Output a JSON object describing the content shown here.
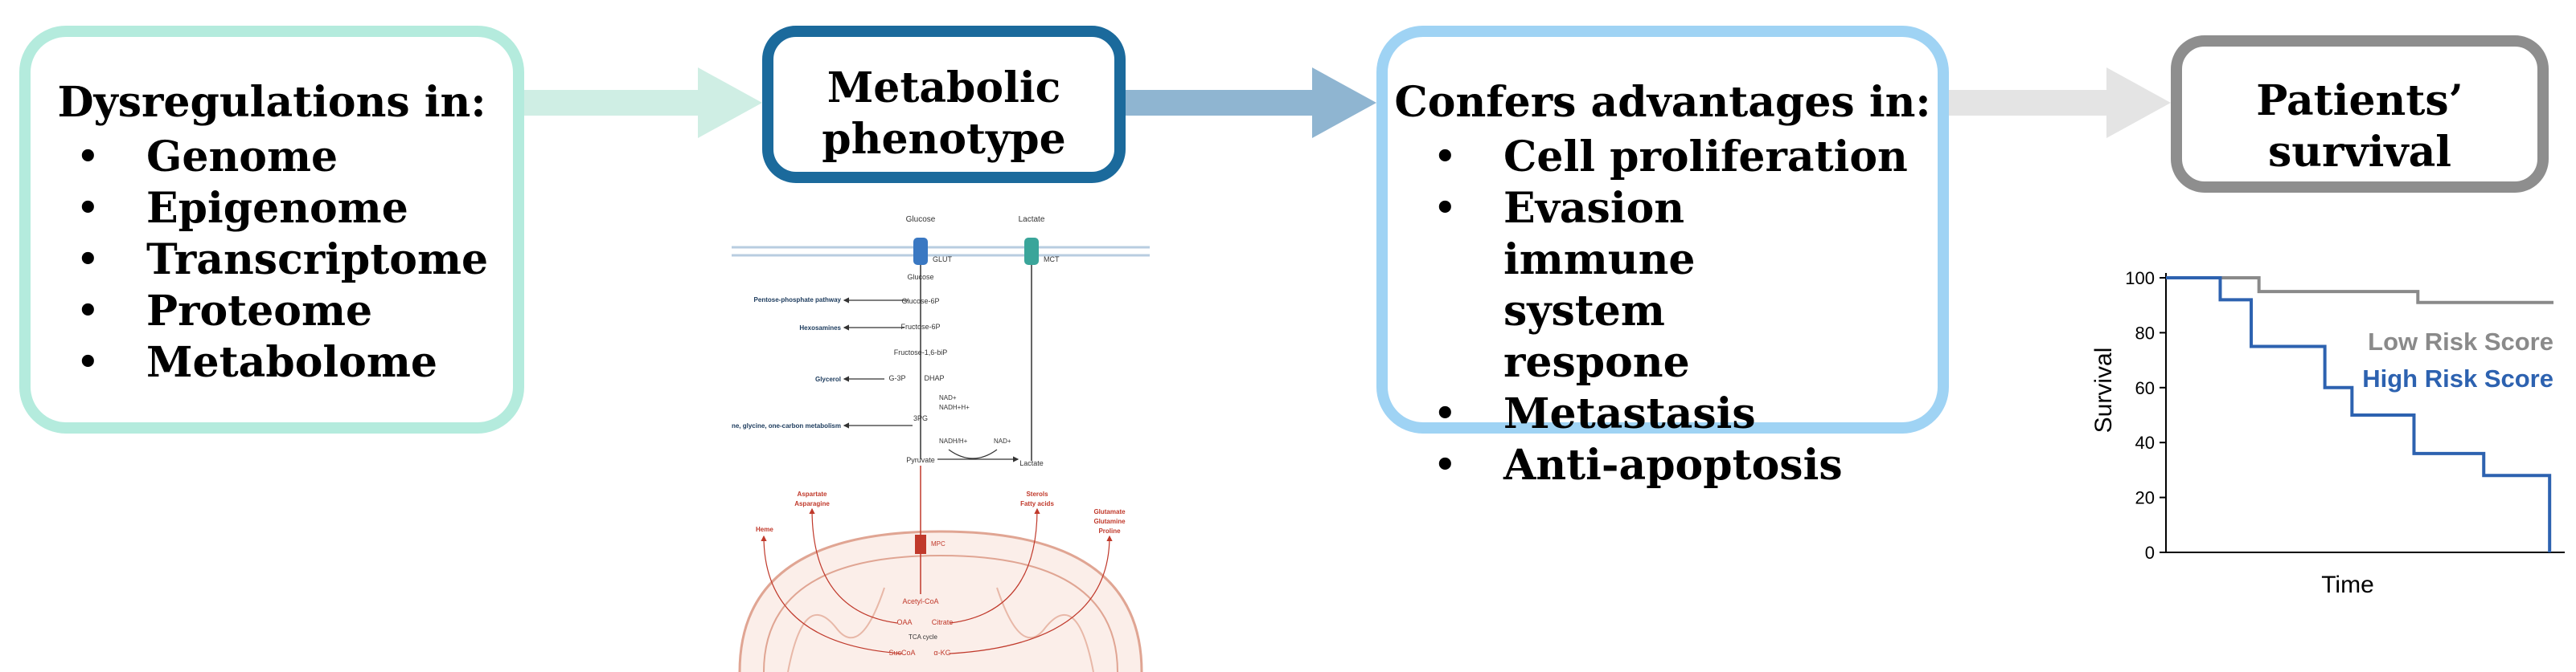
{
  "boxes": {
    "dysregulations": {
      "title": "Dysregulations in:",
      "items": [
        "Genome",
        "Epigenome",
        "Transcriptome",
        "Proteome",
        "Metabolome"
      ]
    },
    "metabolic": {
      "title_line1": "Metabolic",
      "title_line2": "phenotype"
    },
    "advantages": {
      "title": "Confers advantages in:",
      "items": [
        "Cell proliferation",
        "Evasion immune system respone",
        "Metastasis",
        "Anti-apoptosis"
      ]
    },
    "survival": {
      "title_line1": "Patients’",
      "title_line2": "survival"
    }
  },
  "pathway": {
    "top_labels": [
      "Glucose",
      "Lactate"
    ],
    "transporters": [
      "GLUT",
      "MCT"
    ],
    "nodes": [
      "Glucose",
      "Glucose-6P",
      "Fructose-6P",
      "Fructose-1,6-biP",
      "G-3P",
      "DHAP",
      "3PG",
      "Pyruvate",
      "Lactate",
      "NAD+",
      "NADH+H+",
      "NAD+",
      "NADH/H+",
      "Acetyl-CoA",
      "OAA",
      "Citrate",
      "α-KG",
      "SucCoA",
      "TCA cycle",
      "MPC"
    ],
    "side_labels": [
      "Pentose-phosphate pathway",
      "Hexosamines",
      "Glycerol",
      "Serine, glycine, one-carbon metabolism"
    ],
    "red_labels": [
      "Heme",
      "Aspartate",
      "Asparagine",
      "Sterols",
      "Fatty acids",
      "Glutamate",
      "Glutamine",
      "Proline"
    ]
  },
  "chart_data": {
    "type": "line",
    "title": "",
    "xlabel": "Time",
    "ylabel": "Survival",
    "ylim": [
      0,
      100
    ],
    "yticks": [
      "0",
      "20",
      "40",
      "60",
      "80",
      "100"
    ],
    "xlim": [
      0,
      100
    ],
    "legend_position": "top-right",
    "series": [
      {
        "name": "Low Risk Score",
        "color": "#8a8a8a",
        "x": [
          0,
          24,
          24,
          65,
          65,
          100
        ],
        "y": [
          100,
          100,
          95,
          95,
          91,
          91
        ]
      },
      {
        "name": "High Risk Score",
        "color": "#2d62b0",
        "x": [
          0,
          14,
          14,
          22,
          22,
          41,
          41,
          48,
          48,
          64,
          64,
          82,
          82,
          99,
          99
        ],
        "y": [
          100,
          100,
          92,
          92,
          75,
          75,
          60,
          60,
          50,
          50,
          36,
          36,
          28,
          28,
          0
        ]
      }
    ]
  },
  "colors": {
    "box1_border": "#b4ebdd",
    "box2_border": "#1b6a9c",
    "box3_border": "#9fd3f4",
    "box4_border": "#8e8e8e",
    "arrow1": "#cfeee4",
    "arrow2": "#8fb5d1",
    "arrow3": "#e4e4e4",
    "pathway_red": "#c0392b",
    "low_risk": "#8a8a8a",
    "high_risk": "#2d62b0"
  }
}
